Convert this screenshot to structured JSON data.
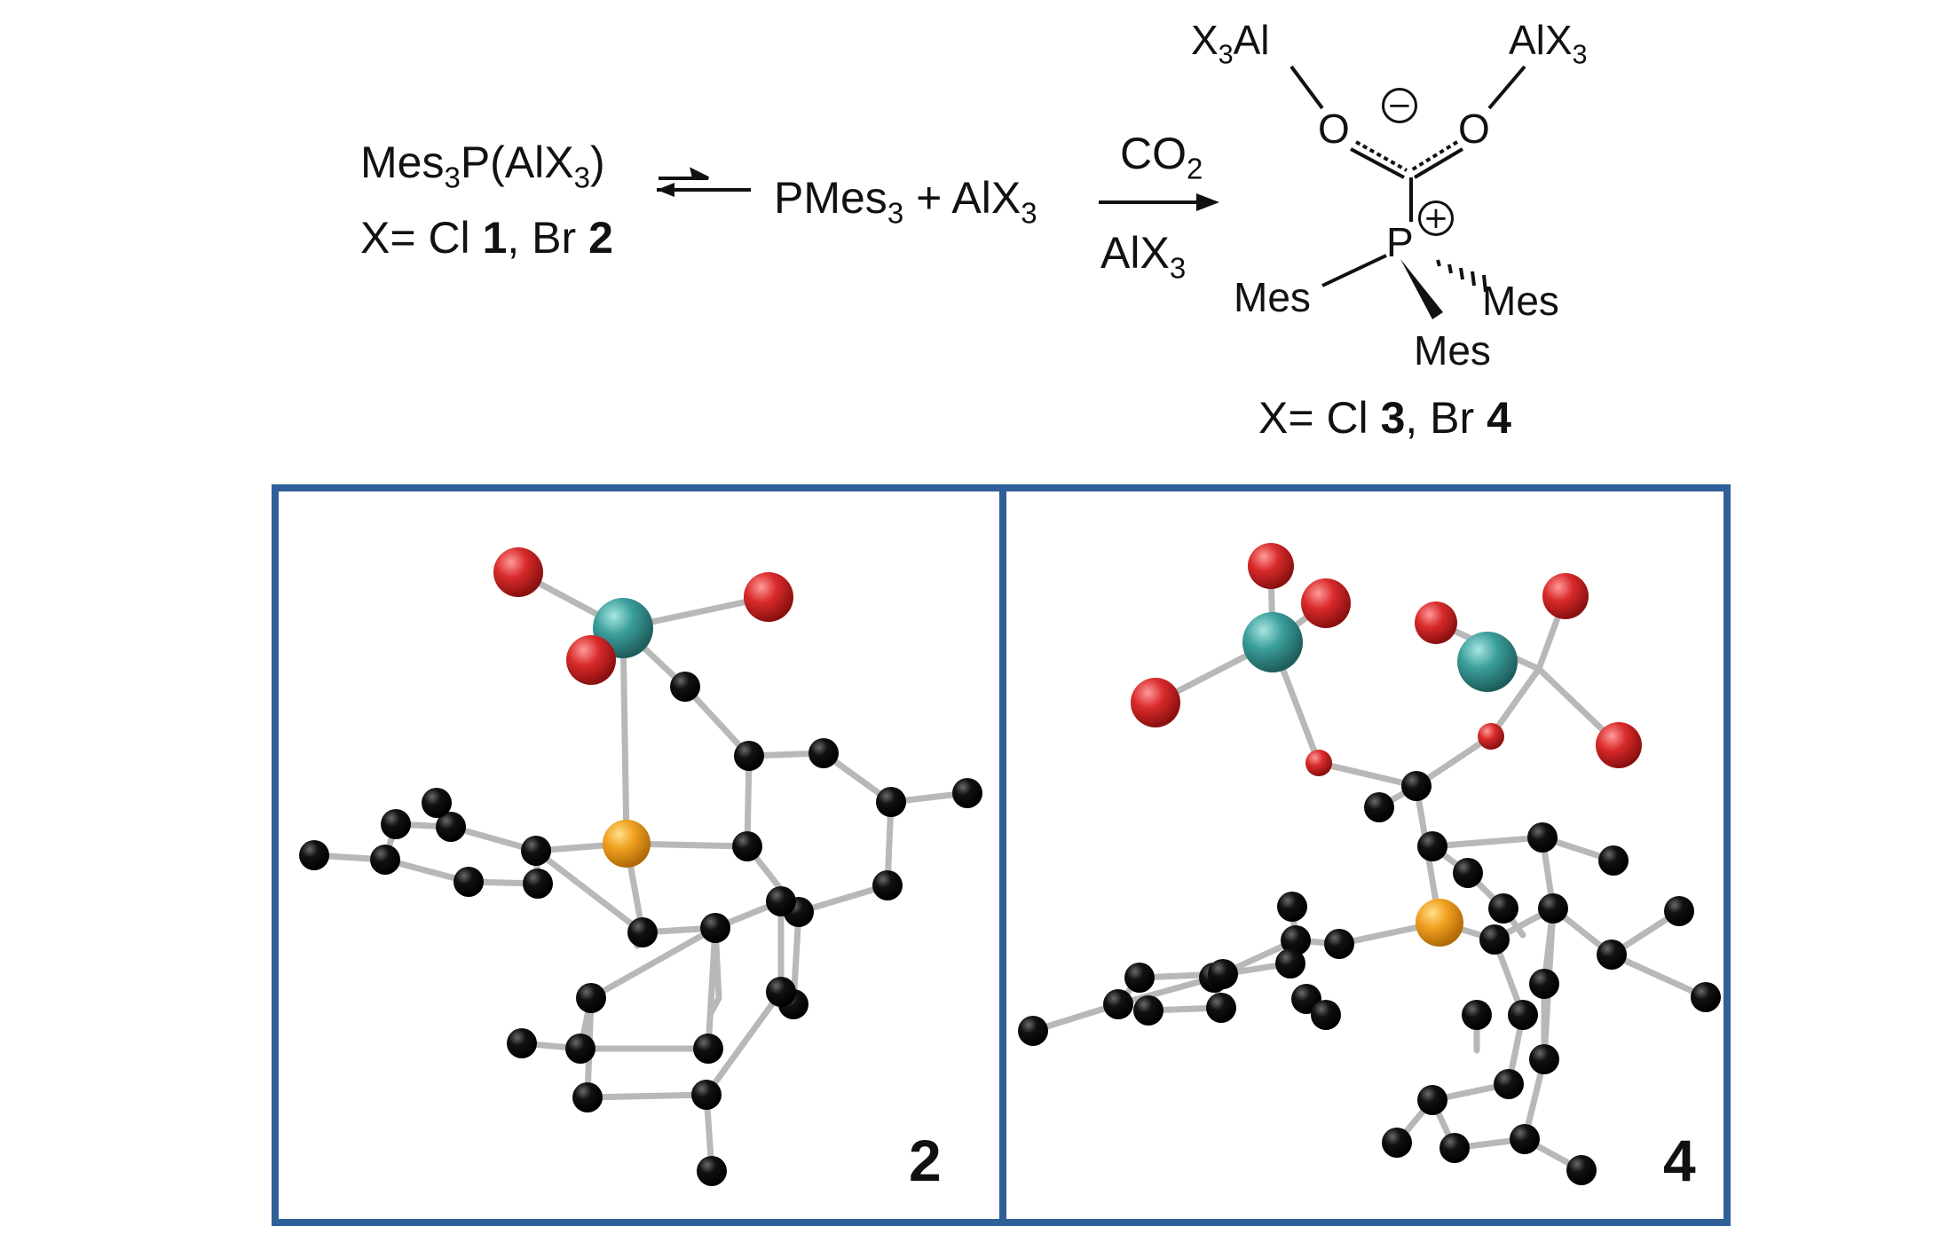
{
  "scheme": {
    "reactant": {
      "prefix": "Mes",
      "sub1": "3",
      "mid": "P(AlX",
      "sub2": "3",
      "suffix": ")"
    },
    "reactant_label": {
      "prefix": "X= Cl ",
      "n1": "1",
      "sep": ", Br ",
      "n2": "2"
    },
    "intermediate": {
      "p1": "PMes",
      "s1": "3",
      "plus": " + AlX",
      "s2": "3"
    },
    "arrow_above": {
      "text": "CO",
      "sub": "2"
    },
    "arrow_below": {
      "text": "AlX",
      "sub": "3"
    },
    "product": {
      "left_al": {
        "pre": "X",
        "sub": "3",
        "post": "Al"
      },
      "right_al": {
        "pre": "AlX",
        "sub": "3"
      },
      "oxygen_left": "O",
      "oxygen_right": "O",
      "phosphorus": "P",
      "neg_charge": "−",
      "pos_charge": "+",
      "mes_left": "Mes",
      "mes_right": "Mes",
      "mes_bottom": "Mes"
    },
    "product_label": {
      "prefix": "X= Cl ",
      "n1": "3",
      "sep": ", Br ",
      "n2": "4"
    }
  },
  "panels": [
    {
      "label": "2"
    },
    {
      "label": "4"
    }
  ],
  "colors": {
    "frame": "#2f5f98",
    "carbon": "#000000",
    "oxygen_bromine": "#d92a2a",
    "aluminum": "#3a9e9a",
    "phosphorus": "#f0a020",
    "bond": "#b8b8b8"
  }
}
